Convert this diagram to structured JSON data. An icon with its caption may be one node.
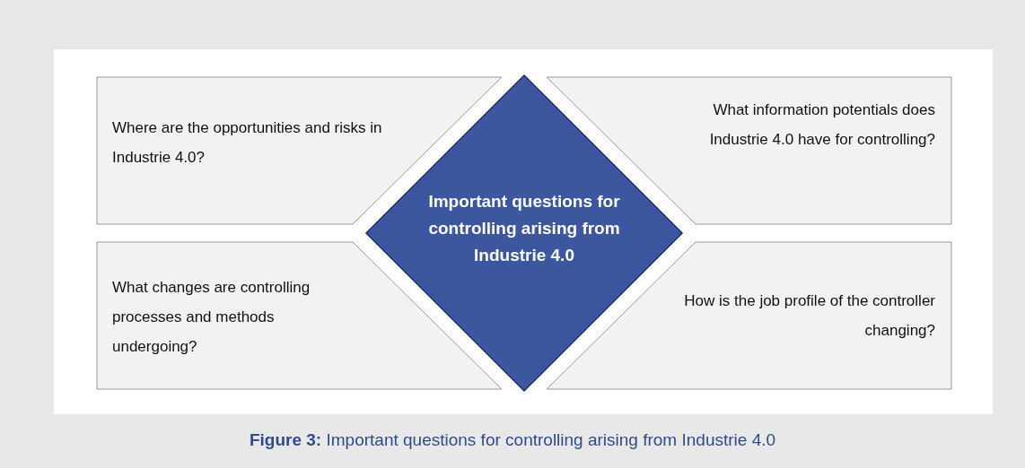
{
  "diagram": {
    "caption": "**Figure 3:** Important questions for controlling arising from Industrie 4.0",
    "nodes": [
      {
        "text": [
          "Where are the opportunities and risks in Industrie 4.0?"
        ]
      },
      {
        "text": [
          "What information potentials does Industrie 4.0 have for controlling?"
        ]
      },
      {
        "text": [
          "Important questions for controlling arising from Industrie 4.0"
        ]
      },
      {
        "text": [
          "What changes are controlling processes and methods undergoing?"
        ]
      },
      {
        "text": [
          "How is the job profile of the controller changing?"
        ]
      }
    ],
    "edges": []
  }
}
